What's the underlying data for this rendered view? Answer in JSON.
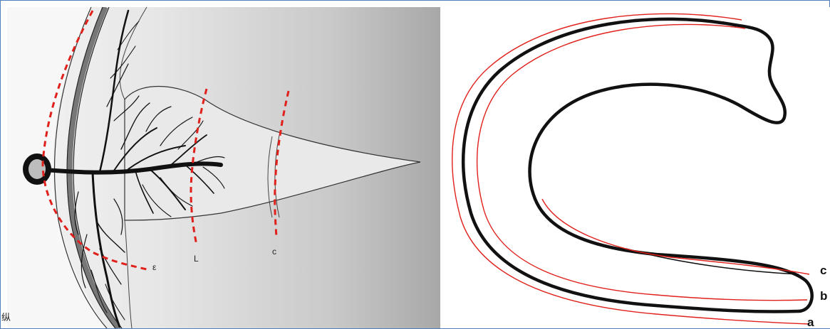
{
  "left_figure": {
    "labels": {
      "e": "ε",
      "l": "L",
      "c": "c"
    },
    "corner_mark": "纵"
  },
  "right_figure": {
    "labels": {
      "c": "c",
      "b": "b",
      "a": "a"
    }
  },
  "colors": {
    "frame_border": "#4f81bd",
    "dashed_line": "#e0201b",
    "ink": "#111111",
    "red_outline": "#e0201b",
    "background_gray_light": "#efefef",
    "background_gray_dark": "#a9a9a9"
  }
}
